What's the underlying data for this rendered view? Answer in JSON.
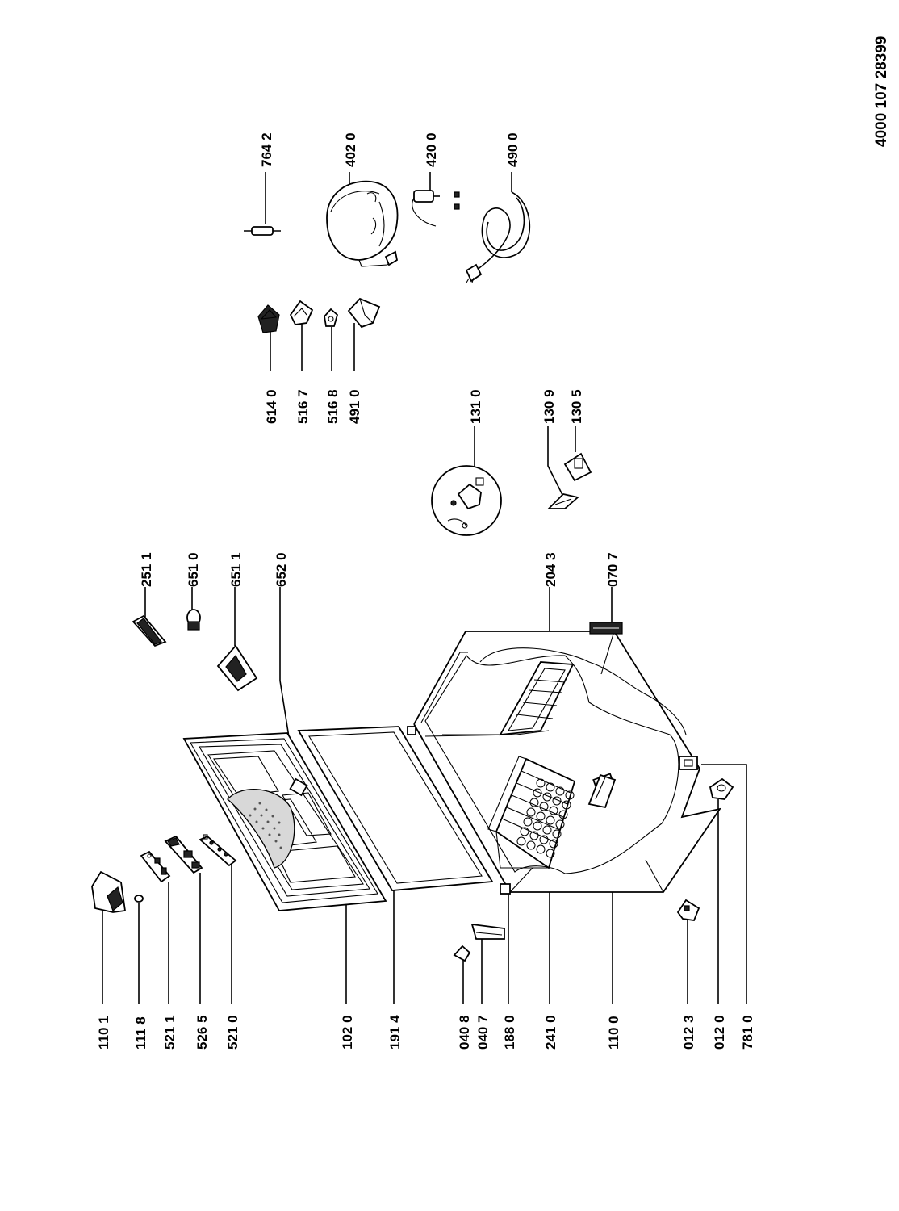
{
  "document": {
    "number": "4000 107 28399"
  },
  "callouts": [
    {
      "id": "c1101",
      "label": "110 1"
    },
    {
      "id": "c1118",
      "label": "111 8"
    },
    {
      "id": "c5211",
      "label": "521 1"
    },
    {
      "id": "c5265",
      "label": "526 5"
    },
    {
      "id": "c5210",
      "label": "521 0"
    },
    {
      "id": "c1020",
      "label": "102 0"
    },
    {
      "id": "c1914",
      "label": "191 4"
    },
    {
      "id": "c0408",
      "label": "040 8"
    },
    {
      "id": "c0407",
      "label": "040 7"
    },
    {
      "id": "c1880",
      "label": "188 0"
    },
    {
      "id": "c2410",
      "label": "241 0"
    },
    {
      "id": "c1100",
      "label": "110 0"
    },
    {
      "id": "c0123",
      "label": "012 3"
    },
    {
      "id": "c0120",
      "label": "012 0"
    },
    {
      "id": "c7810",
      "label": "781 0"
    },
    {
      "id": "c2511",
      "label": "251 1"
    },
    {
      "id": "c6510",
      "label": "651 0"
    },
    {
      "id": "c6511",
      "label": "651 1"
    },
    {
      "id": "c6520",
      "label": "652 0"
    },
    {
      "id": "c2043",
      "label": "204 3"
    },
    {
      "id": "c0707",
      "label": "070 7"
    },
    {
      "id": "c1310",
      "label": "131 0"
    },
    {
      "id": "c1309",
      "label": "130 9"
    },
    {
      "id": "c1305",
      "label": "130 5"
    },
    {
      "id": "c6140",
      "label": "614 0"
    },
    {
      "id": "c5167",
      "label": "516 7"
    },
    {
      "id": "c5168",
      "label": "516 8"
    },
    {
      "id": "c4910",
      "label": "491 0"
    },
    {
      "id": "c7642",
      "label": "764 2"
    },
    {
      "id": "c4020",
      "label": "402 0"
    },
    {
      "id": "c4200",
      "label": "420 0"
    },
    {
      "id": "c4900",
      "label": "490 0"
    }
  ]
}
